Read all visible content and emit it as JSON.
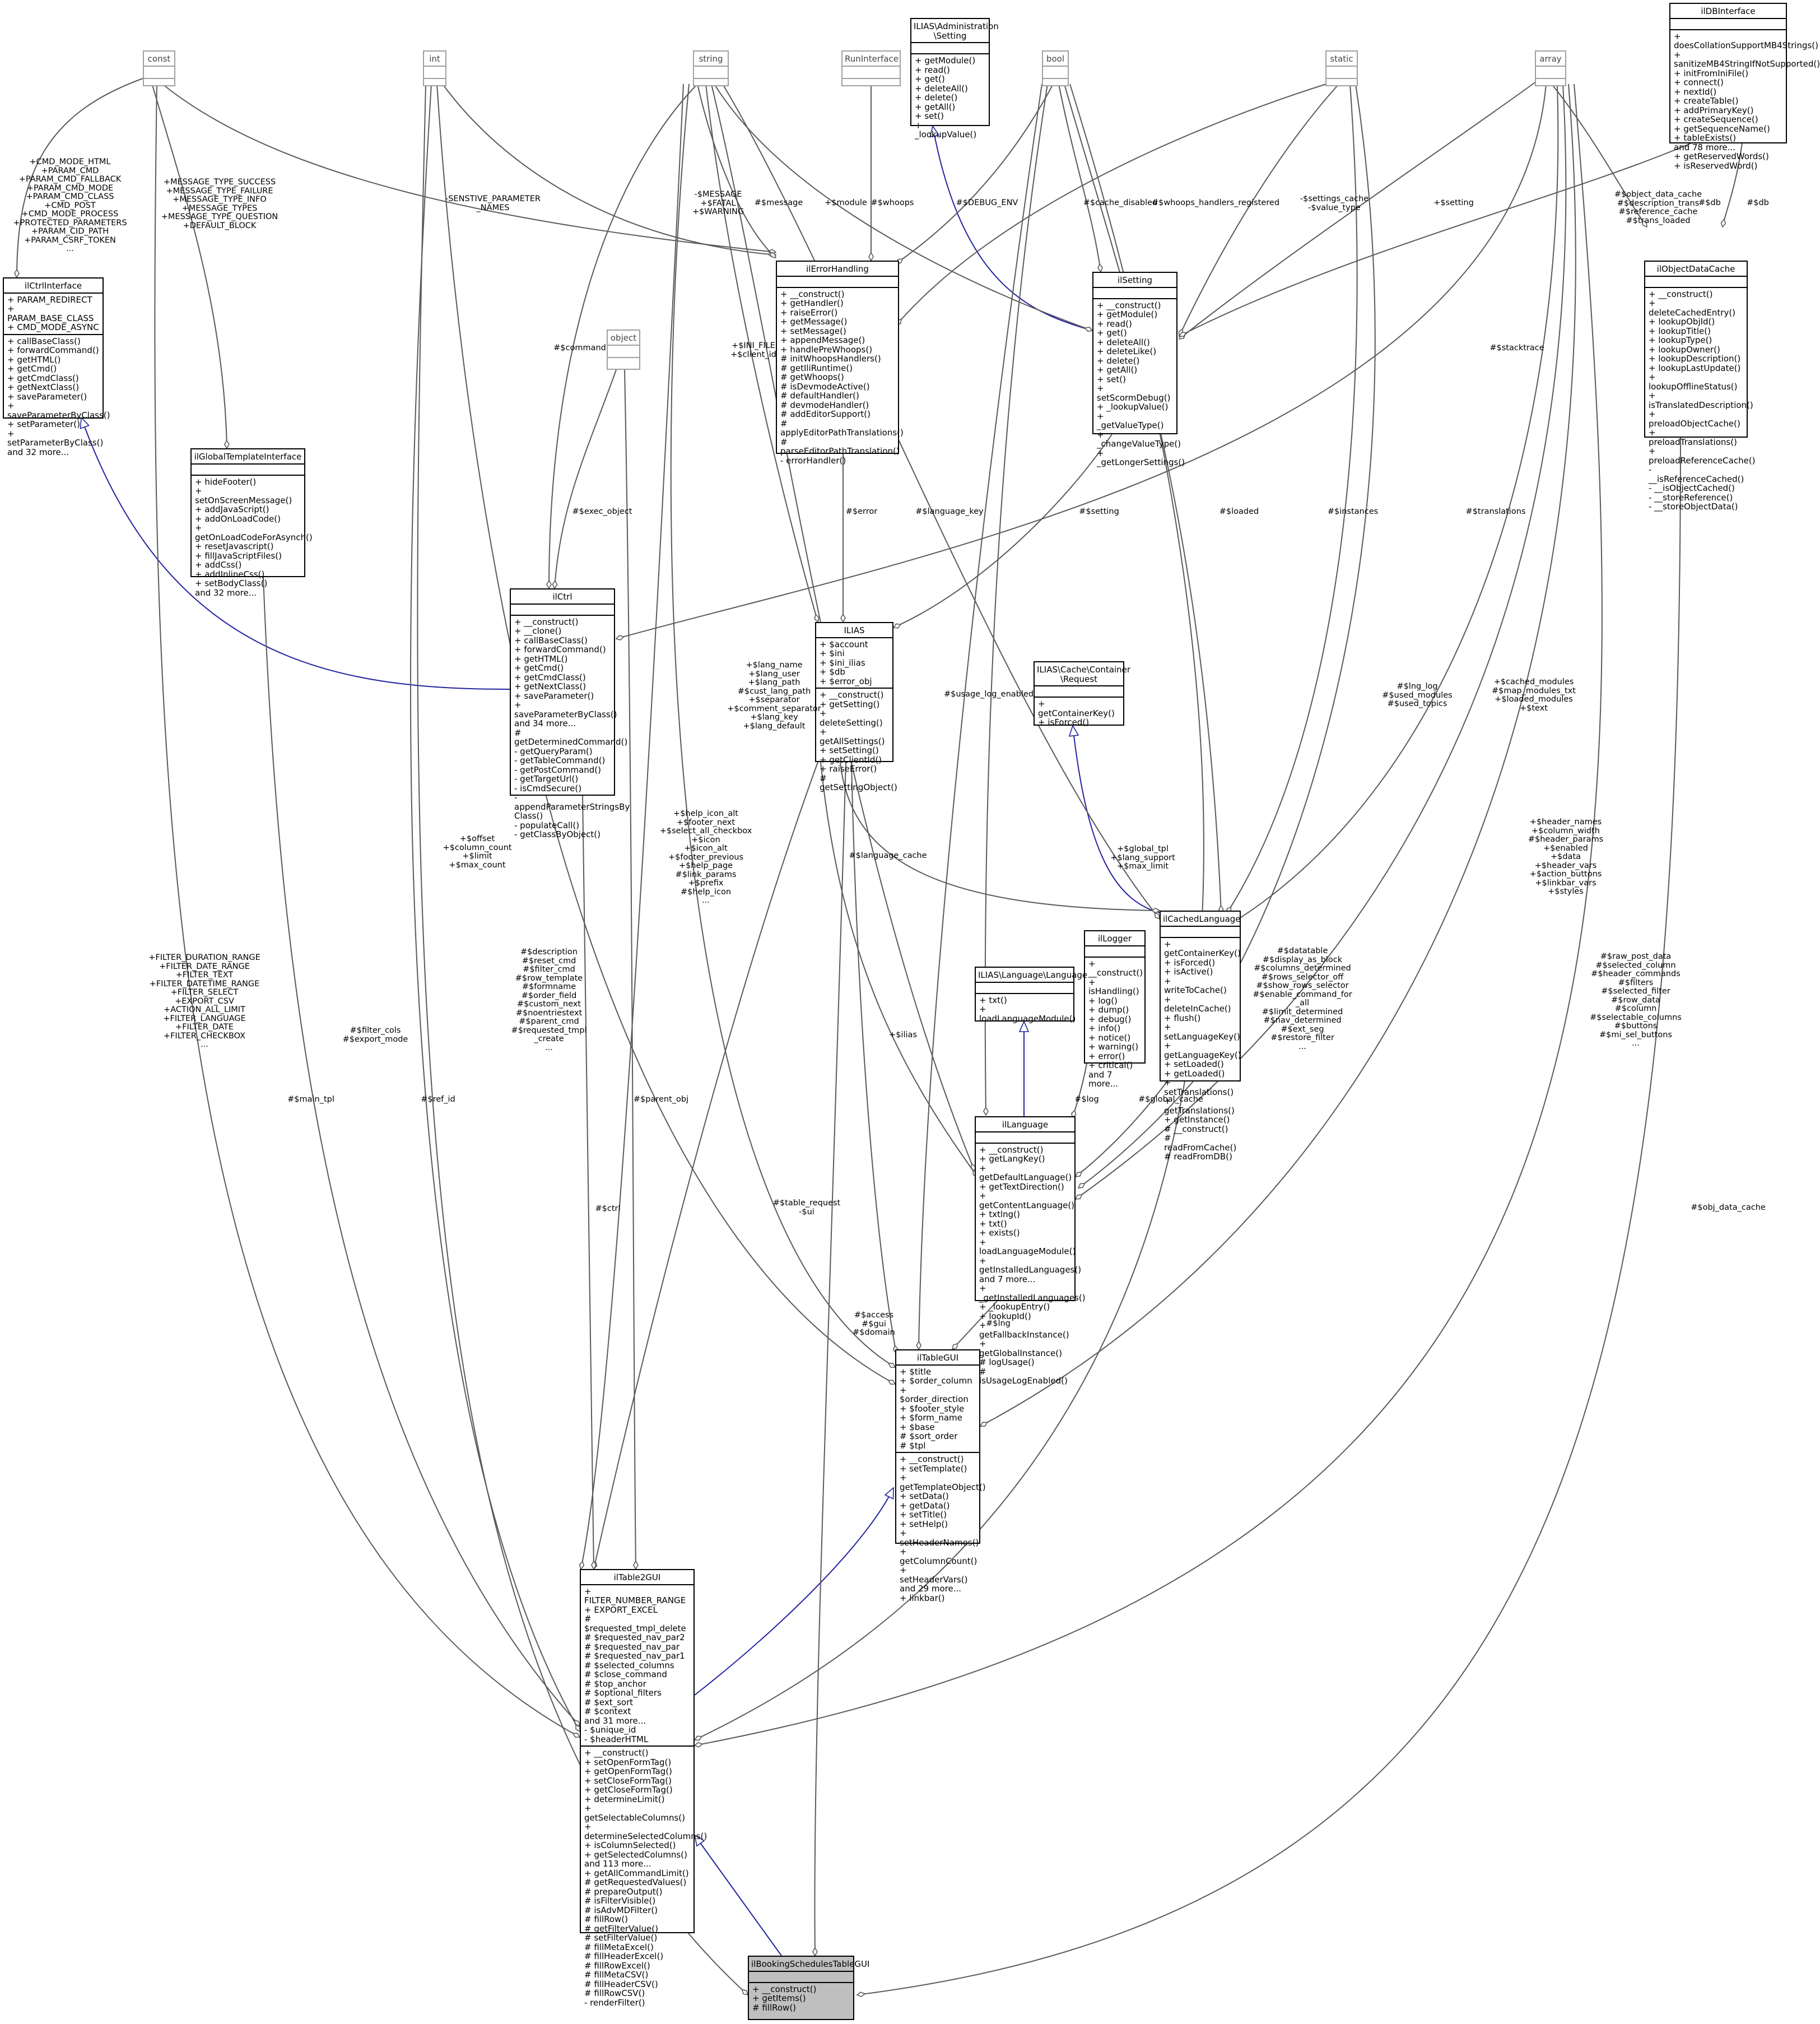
{
  "primitives": {
    "const": "const",
    "int": "int",
    "string": "string",
    "runinterface": "RunInterface",
    "bool": "bool",
    "static": "static",
    "array": "array",
    "object": "object"
  },
  "classes": {
    "admin_setting": {
      "title": "ILIAS\\Administration\n\\Setting",
      "attrs": "",
      "ops": "+ getModule()\n+ read()\n+ get()\n+ deleteAll()\n+ delete()\n+ getAll()\n+ set()\n+ _lookupValue()"
    },
    "ildbinterface": {
      "title": "ilDBInterface",
      "attrs": "",
      "ops": "+ doesCollationSupportMB4Strings()\n+ sanitizeMB4StringIfNotSupported()\n+ initFromIniFile()\n+ connect()\n+ nextId()\n+ createTable()\n+ addPrimaryKey()\n+ createSequence()\n+ getSequenceName()\n+ tableExists()\nand 78 more...\n+ getReservedWords()\n+ isReservedWord()"
    },
    "ilctrlinterface": {
      "title": "ilCtrlInterface",
      "attrs": "+ PARAM_REDIRECT\n+ PARAM_BASE_CLASS\n+ CMD_MODE_ASYNC",
      "ops": "+ callBaseClass()\n+ forwardCommand()\n+ getHTML()\n+ getCmd()\n+ getCmdClass()\n+ getNextClass()\n+ saveParameter()\n+ saveParameterByClass()\n+ setParameter()\n+ setParameterByClass()\nand 32 more..."
    },
    "ilerrorhandling": {
      "title": "ilErrorHandling",
      "attrs": "",
      "ops": "+ __construct()\n+ getHandler()\n+ raiseError()\n+ getMessage()\n+ setMessage()\n+ appendMessage()\n+ handlePreWhoops()\n# initWhoopsHandlers()\n# getIliRuntime()\n# getWhoops()\n# isDevmodeActive()\n# defaultHandler()\n# devmodeHandler()\n# addEditorSupport()\n# applyEditorPathTranslations()\n# parseEditorPathTranslation()\n- errorHandler()"
    },
    "ilsetting": {
      "title": "ilSetting",
      "attrs": "",
      "ops": "+ __construct()\n+ getModule()\n+ read()\n+ get()\n+ deleteAll()\n+ deleteLike()\n+ delete()\n+ getAll()\n+ set()\n+ setScormDebug()\n+ _lookupValue()\n+ _getValueType()\n+ _changeValueType()\n+ _getLongerSettings()"
    },
    "ilobjectdatacache": {
      "title": "ilObjectDataCache",
      "attrs": "",
      "ops": "+ __construct()\n+ deleteCachedEntry()\n+ lookupObjId()\n+ lookupTitle()\n+ lookupType()\n+ lookupOwner()\n+ lookupDescription()\n+ lookupLastUpdate()\n+ lookupOfflineStatus()\n+ isTranslatedDescription()\n+ preloadObjectCache()\n+ preloadTranslations()\n+ preloadReferenceCache()\n- __isReferenceCached()\n- __isObjectCached()\n- __storeReference()\n- __storeObjectData()"
    },
    "ilglobaltemplateinterface": {
      "title": "ilGlobalTemplateInterface",
      "attrs": "",
      "ops": "+ hideFooter()\n+ setOnScreenMessage()\n+ addJavaScript()\n+ addOnLoadCode()\n+ getOnLoadCodeForAsynch()\n+ resetJavascript()\n+ fillJavaScriptFiles()\n+ addCss()\n+ addInlineCss()\n+ setBodyClass()\nand 32 more..."
    },
    "ilctrl": {
      "title": "ilCtrl",
      "attrs": "",
      "ops": "+ __construct()\n+ __clone()\n+ callBaseClass()\n+ forwardCommand()\n+ getHTML()\n+ getCmd()\n+ getCmdClass()\n+ getNextClass()\n+ saveParameter()\n+ saveParameterByClass()\nand 34 more...\n# getDeterminedCommand()\n- getQueryParam()\n- getTableCommand()\n- getPostCommand()\n- getTargetUrl()\n- isCmdSecure()\n- appendParameterStringsBy\nClass()\n- populateCall()\n- getClassByObject()"
    },
    "ilias": {
      "title": "ILIAS",
      "attrs": "+ $account\n+ $ini\n+ $ini_ilias\n+ $db\n+ $error_obj",
      "ops": "+ __construct()\n+ getSetting()\n+ deleteSetting()\n+ getAllSettings()\n+ setSetting()\n+ getClientId()\n+ raiseError()\n# getSettingObject()"
    },
    "cache_request": {
      "title": "ILIAS\\Cache\\Container\n\\Request",
      "attrs": "",
      "ops": "+ getContainerKey()\n+ isForced()"
    },
    "ilcachedlanguage": {
      "title": "ilCachedLanguage",
      "attrs": "",
      "ops": "+ getContainerKey()\n+ isForced()\n+ isActive()\n+ writeToCache()\n+ deleteInCache()\n+ flush()\n+ setLanguageKey()\n+ getLanguageKey()\n+ setLoaded()\n+ getLoaded()\n+ setTranslations()\n+ getTranslations()\n+ getInstance()\n# __construct()\n# readFromCache()\n# readFromDB()"
    },
    "illogger": {
      "title": "ilLogger",
      "attrs": "",
      "ops": "+ __construct()\n+ isHandling()\n+ log()\n+ dump()\n+ debug()\n+ info()\n+ notice()\n+ warning()\n+ error()\n+ critical()\nand 7 more..."
    },
    "language_iface": {
      "title": "ILIAS\\Language\\Language",
      "attrs": "",
      "ops": "+ txt()\n+ loadLanguageModule()"
    },
    "illanguage": {
      "title": "ilLanguage",
      "attrs": "",
      "ops": "+ __construct()\n+ getLangKey()\n+ getDefaultLanguage()\n+ getTextDirection()\n+ getContentLanguage()\n+ txtlng()\n+ txt()\n+ exists()\n+ loadLanguageModule()\n+ getInstalledLanguages()\nand 7 more...\n+ _getInstalledLanguages()\n+ _lookupEntry()\n+ lookupId()\n+ getFallbackInstance()\n+ getGlobalInstance()\n# logUsage()\n# isUsageLogEnabled()"
    },
    "iltablegui": {
      "title": "ilTableGUI",
      "attrs": "+ $title\n+ $order_column\n+ $order_direction\n+ $footer_style\n+ $form_name\n+ $base\n# $sort_order\n# $tpl",
      "ops": "+ __construct()\n+ setTemplate()\n+ getTemplateObject()\n+ setData()\n+ getData()\n+ setTitle()\n+ setHelp()\n+ setHeaderNames()\n+ getColumnCount()\n+ setHeaderVars()\nand 29 more...\n+ linkbar()"
    },
    "iltable2gui": {
      "title": "ilTable2GUI",
      "attrs": "+ FILTER_NUMBER_RANGE\n+ EXPORT_EXCEL\n# $requested_tmpl_delete\n# $requested_nav_par2\n# $requested_nav_par\n# $requested_nav_par1\n# $selected_columns\n# $close_command\n# $top_anchor\n# $optional_filters\n# $ext_sort\n# $context\nand 31 more...\n- $unique_id\n- $headerHTML",
      "ops": "+ __construct()\n+ setOpenFormTag()\n+ getOpenFormTag()\n+ setCloseFormTag()\n+ getCloseFormTag()\n+ determineLimit()\n+ getSelectableColumns()\n+ determineSelectedColumns()\n+ isColumnSelected()\n+ getSelectedColumns()\nand 113 more...\n+ getAllCommandLimit()\n# getRequestedValues()\n# prepareOutput()\n# isFilterVisible()\n# isAdvMDFilter()\n# fillRow()\n# getFilterValue()\n# setFilterValue()\n# fillMetaExcel()\n# fillHeaderExcel()\n# fillRowExcel()\n# fillMetaCSV()\n# fillHeaderCSV()\n# fillRowCSV()\n- renderFilter()"
    },
    "focus": {
      "title": "ilBookingSchedulesTableGUI",
      "attrs": "",
      "ops": "+ __construct()\n+ getItems()\n# fillRow()"
    }
  },
  "edge_labels": {
    "const_ctrliface": "+CMD_MODE_HTML\n+PARAM_CMD\n+PARAM_CMD_FALLBACK\n+PARAM_CMD_MODE\n+PARAM_CMD_CLASS\n+CMD_POST\n+CMD_MODE_PROCESS\n+PROTECTED_PARAMETERS\n+PARAM_CID_PATH\n+PARAM_CSRF_TOKEN\n...",
    "const_gtpl": "+MESSAGE_TYPE_SUCCESS\n+MESSAGE_TYPE_FAILURE\n+MESSAGE_TYPE_INFO\n+MESSAGE_TYPES\n+MESSAGE_TYPE_QUESTION\n+DEFAULT_BLOCK",
    "sensitive": "-SENSTIVE_PARAMETER\n_NAMES",
    "string_err": "-$MESSAGE\n+$FATAL\n+$WARNING",
    "message": "#$message",
    "module": "+$module",
    "whoops": "#$whoops",
    "debug_env": "#$DEBUG_ENV",
    "cache_disabled": "#$cache_disabled",
    "whoops_reg": "#$whoops_handlers_registered",
    "settings_cache": "-$settings_cache\n-$value_type",
    "setting_plus": "+$setting",
    "objdatacache_arr": "#$object_data_cache\n#$description_trans\n#$reference_cache\n#$trans_loaded",
    "db": "#$db",
    "command": "#$command",
    "ini_file": "+$INI_FILE\n+$client_id",
    "exec_object": "#$exec_object",
    "error": "#$error",
    "language_key": "#$language_key",
    "setting": "#$setting",
    "loaded": "#$loaded",
    "instances": "#$instances",
    "translations": "#$translations",
    "stacktrace": "#$stacktrace",
    "lang_name": "+$lang_name\n+$lang_user\n+$lang_path\n#$cust_lang_path\n+$separator\n+$comment_separator\n+$lang_key\n+$lang_default",
    "usage_log": "#$usage_log_enabled",
    "lng_log": "#$lng_log\n#$used_modules\n#$used_topics",
    "cached_modules": "+$cached_modules\n#$map_modules_txt\n+$loaded_modules\n+$text",
    "help_icon": "+$help_icon_alt\n+$footer_next\n+$select_all_checkbox\n+$icon\n+$icon_alt\n+$footer_previous\n+$help_page\n#$link_params\n+$prefix\n#$help_icon\n...",
    "language_cache": "#$language_cache",
    "global_tpl": "+$global_tpl\n+$lang_support\n+$max_limit",
    "header_names": "+$header_names\n+$column_width\n#$header_params\n+$enabled\n+$data\n+$header_vars\n+$action_buttons\n+$linkbar_vars\n+$styles",
    "offset": "+$offset\n+$column_count\n+$limit\n+$max_count",
    "filter_dur": "+FILTER_DURATION_RANGE\n+FILTER_DATE_RANGE\n+FILTER_TEXT\n+FILTER_DATETIME_RANGE\n+FILTER_SELECT\n+EXPORT_CSV\n+ACTION_ALL_LIMIT\n+FILTER_LANGUAGE\n+FILTER_DATE\n+FILTER_CHECKBOX\n...",
    "description": "#$description\n#$reset_cmd\n#$filter_cmd\n#$row_template\n#$formname\n#$order_field\n#$custom_next\n#$noentriestext\n#$parent_cmd\n#$requested_tmpl\n_create\n...",
    "filter_cols": "#$filter_cols\n#$export_mode",
    "ilias_plus": "+$ilias",
    "datatable": "#$datatable\n#$display_as_block\n#$columns_determined\n#$rows_selector_off\n#$show_rows_selector\n#$enable_command_for\n_all\n#$limit_determined\n#$nav_determined\n#$ext_seg\n#$restore_filter\n...",
    "raw_post": "#$raw_post_data\n#$selected_column\n#$header_commands\n#$filters\n#$selected_filter\n#$row_data\n#$column\n#$selectable_columns\n#$buttons\n#$mi_sel_buttons\n...",
    "log": "#$log",
    "global_cache": "#$global_cache",
    "lng": "#$lng",
    "main_tpl": "#$main_tpl",
    "ref_id": "#$ref_id",
    "ctrl": "#$ctrl",
    "parent_obj": "#$parent_obj",
    "table_request": "#$table_request\n-$ui",
    "access": "#$access\n#$gui\n#$domain",
    "obj_data_cache": "#$obj_data_cache"
  }
}
